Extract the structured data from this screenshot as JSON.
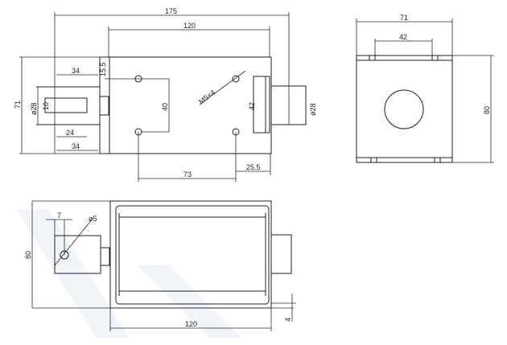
{
  "front_view": {
    "overall_length": "175",
    "body_length": "120",
    "height": "71",
    "plunger_dia": "ø28",
    "shaft_dia": "10",
    "dim_34_top": "34",
    "dim_24": "24",
    "dim_34_bottom": "34",
    "dim_15_5": "15.5",
    "hole_spacing_vertical": "40",
    "thread_note": "M5×4",
    "plate_height": "42",
    "rod_dia": "ø28",
    "hole_spacing_horizontal": "73",
    "edge_offset": "25.5"
  },
  "side_view": {
    "width": "71",
    "slot_spacing": "42",
    "height": "80"
  },
  "top_view": {
    "height": "80",
    "pin_offset": "7",
    "pin_dia": "ø5",
    "body_length": "120",
    "offset": "4"
  }
}
